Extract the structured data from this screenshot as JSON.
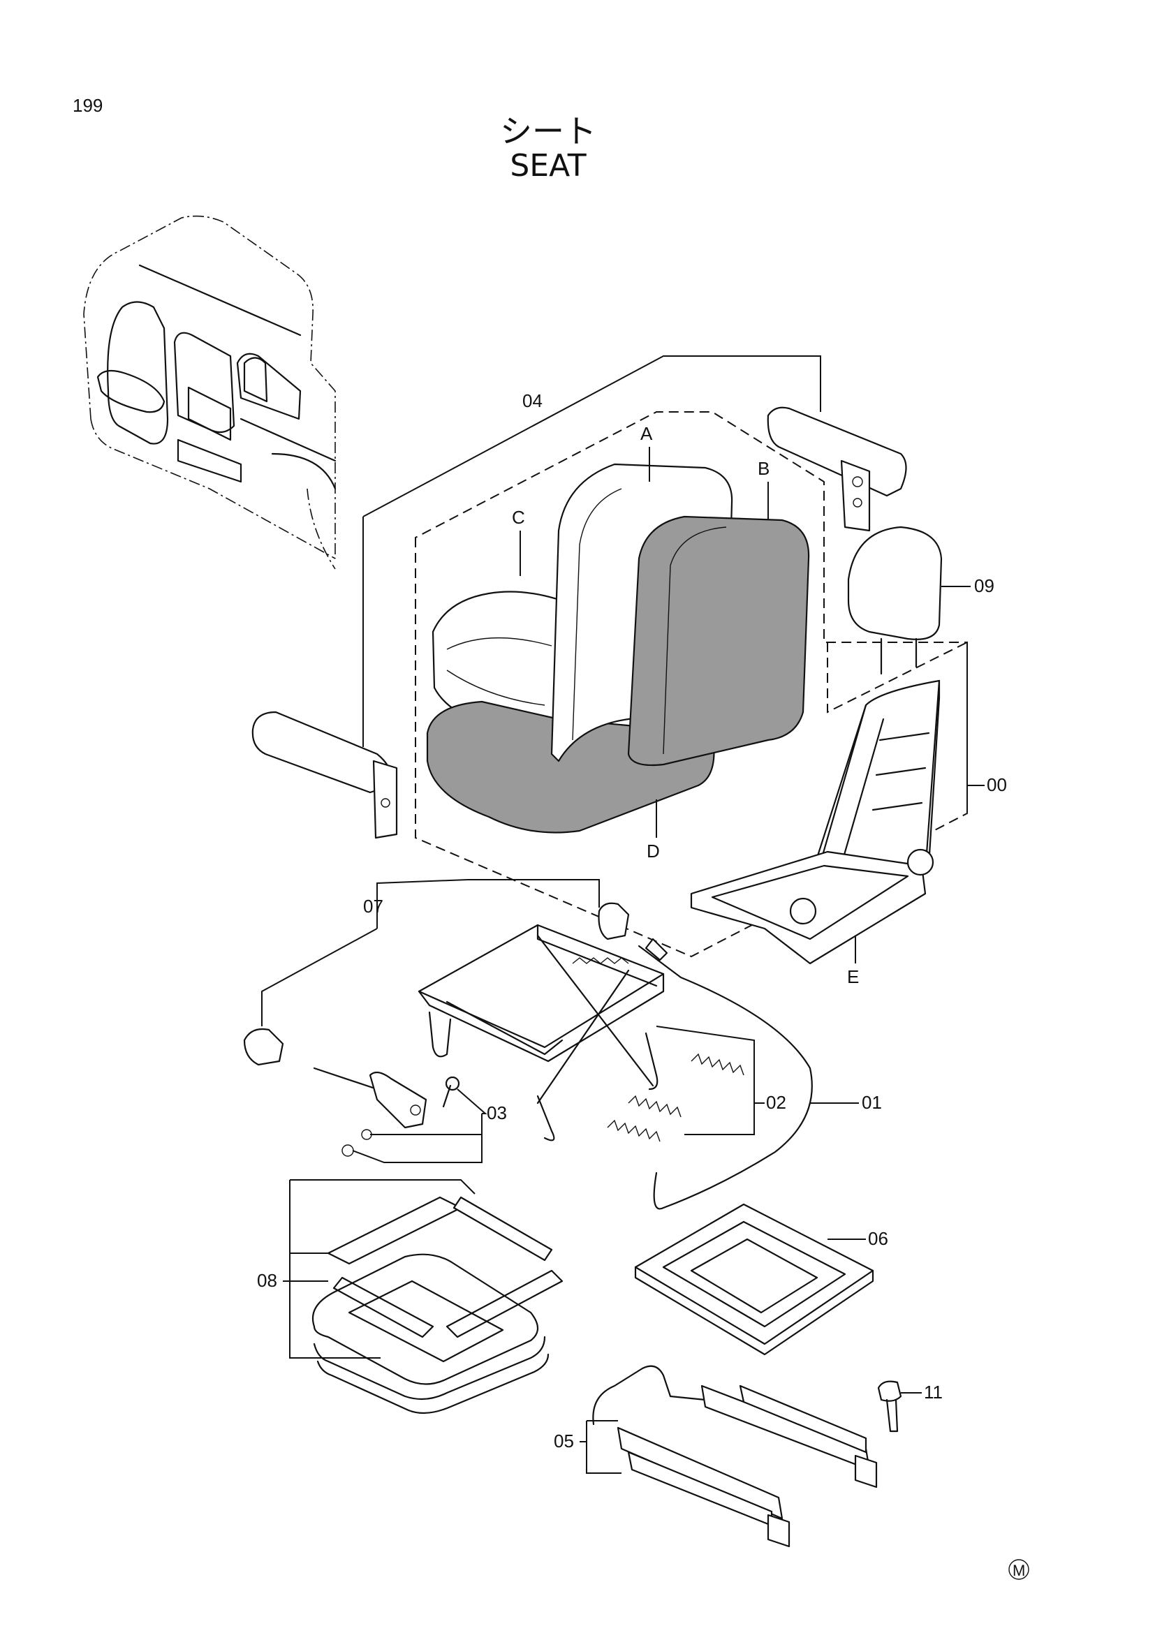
{
  "page": {
    "number": "199",
    "title_jp": "シート",
    "title_en": "SEAT"
  },
  "callouts": {
    "c00": "00",
    "c01": "01",
    "c02": "02",
    "c03": "03",
    "c04": "04",
    "c05": "05",
    "c06": "06",
    "c07": "07",
    "c08": "08",
    "c09": "09",
    "c11": "11",
    "cA": "A",
    "cB": "B",
    "cC": "C",
    "cD": "D",
    "cE": "E"
  },
  "mark": "M"
}
